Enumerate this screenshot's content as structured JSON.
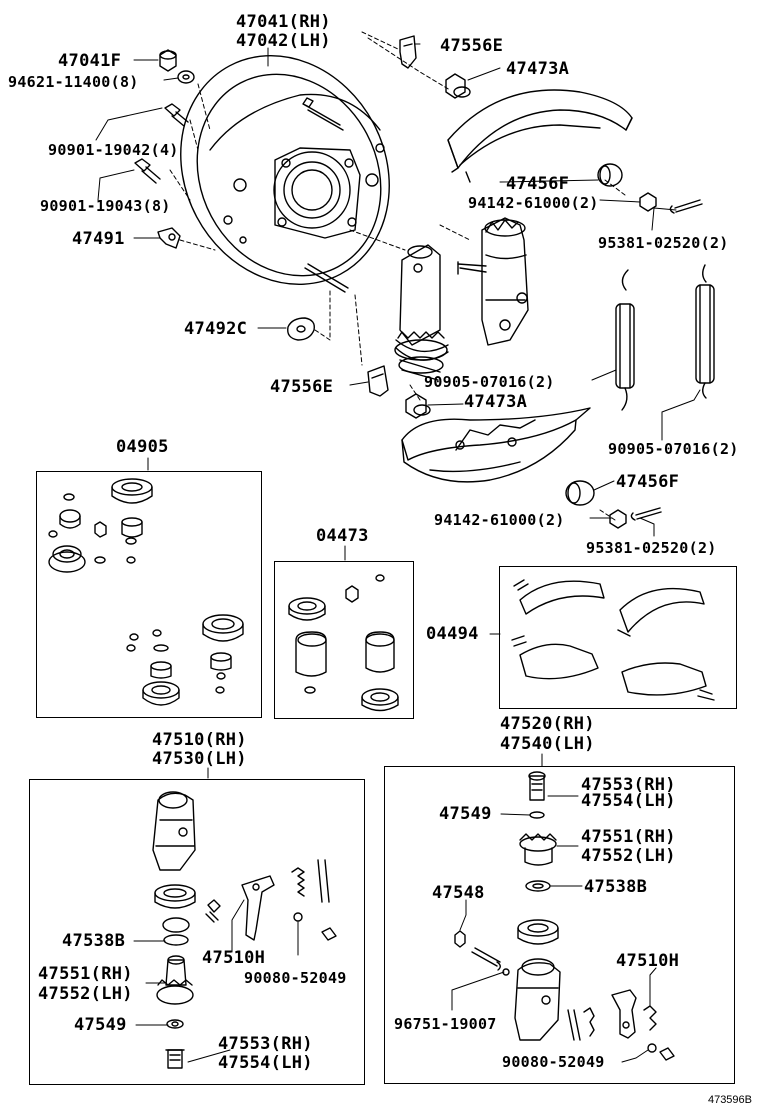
{
  "catalog_number": "473596B",
  "labels": {
    "p47041": "47041(RH)",
    "p47042": "47042(LH)",
    "p47556e_top": "47556E",
    "p47041f": "47041F",
    "p94621": "94621-11400(8)",
    "p47473a_top": "47473A",
    "p90901a": "90901-19042(4)",
    "p90901b": "90901-19043(8)",
    "p47456f_top": "47456F",
    "p94142_top": "94142-61000(2)",
    "p47491": "47491",
    "p95381_top": "95381-02520(2)",
    "p47492c": "47492C",
    "p90905_a": "90905-07016(2)",
    "p47556e_mid": "47556E",
    "p47473a_mid": "47473A",
    "p90905_b": "90905-07016(2)",
    "p04905": "04905",
    "p47456f_mid": "47456F",
    "p94142_mid": "94142-61000(2)",
    "p95381_mid": "95381-02520(2)",
    "p04473": "04473",
    "p04494": "04494",
    "p47520": "47520(RH)",
    "p47540": "47540(LH)",
    "p47510": "47510(RH)",
    "p47530": "47530(LH)",
    "p47553r": "47553(RH)",
    "p47554r": "47554(LH)",
    "p47549r": "47549",
    "p47551r": "47551(RH)",
    "p47552r": "47552(LH)",
    "p47548": "47548",
    "p47538br": "47538B",
    "p47510hr": "47510H",
    "p96751": "96751-19007",
    "p90080r": "90080-52049",
    "p47538bl": "47538B",
    "p47510hl": "47510H",
    "p90080l": "90080-52049",
    "p47551l": "47551(RH)",
    "p47552l": "47552(LH)",
    "p47549l": "47549",
    "p47553l": "47553(RH)",
    "p47554l": "47554(LH)"
  }
}
